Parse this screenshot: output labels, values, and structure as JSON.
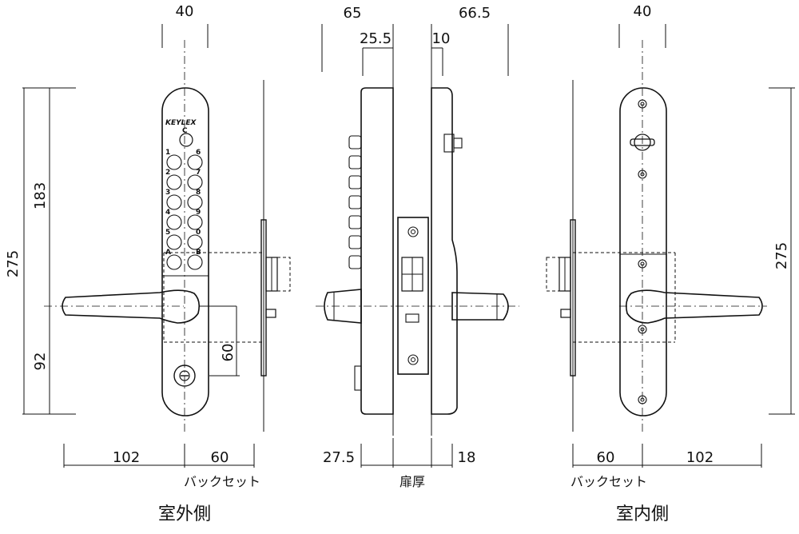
{
  "outdoor_view": {
    "caption": "室外側",
    "backset_label": "バックセット",
    "brand": "KEYLEX",
    "c_key": "C",
    "key_labels_left": [
      "1",
      "2",
      "3",
      "4",
      "5",
      "A"
    ],
    "key_labels_right": [
      "6",
      "7",
      "8",
      "9",
      "0",
      "B"
    ],
    "dims": {
      "top_width": "40",
      "height": "275",
      "upper": "183",
      "lower": "92",
      "handle_drop": "60",
      "left_width": "102",
      "backset": "60"
    }
  },
  "side_view": {
    "caption": "扉厚",
    "dims": {
      "top_outer": "65",
      "top_inner": "25.5",
      "top_right": "66.5",
      "top_small": "10",
      "bottom_left": "27.5",
      "bottom_right": "18"
    }
  },
  "indoor_view": {
    "caption": "室内側",
    "backset_label": "バックセット",
    "dims": {
      "top_width": "40",
      "height": "275",
      "backset": "60",
      "right_width": "102"
    }
  }
}
